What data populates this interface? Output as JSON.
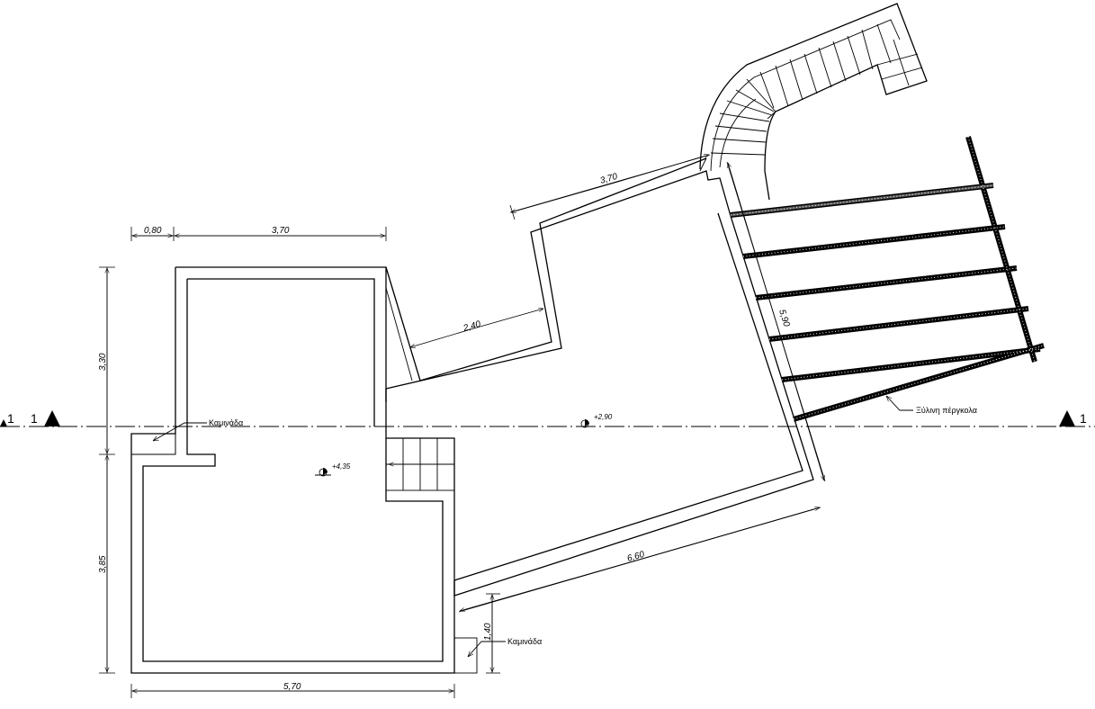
{
  "section_marks": {
    "left_label": "1",
    "left_label_b": "1",
    "right_label": "1"
  },
  "dimensions": {
    "top_080": "0,80",
    "top_370": "3,70",
    "bottom_570": "5,70",
    "left_330": "3,30",
    "left_385": "3,85",
    "right_140": "1,40",
    "mid_240": "2,40",
    "diag_370": "3,70",
    "diag_660": "6,60",
    "diag_590": "5,90"
  },
  "elevations": {
    "upper": "+4,35",
    "terrace": "+2,90"
  },
  "labels": {
    "chimney_top": "Καμινάδα",
    "chimney_bottom": "Καμινάδα",
    "pergola": "Ξύλινη πέργκολα"
  },
  "colors": {
    "ink": "#000000",
    "paper": "#ffffff"
  }
}
